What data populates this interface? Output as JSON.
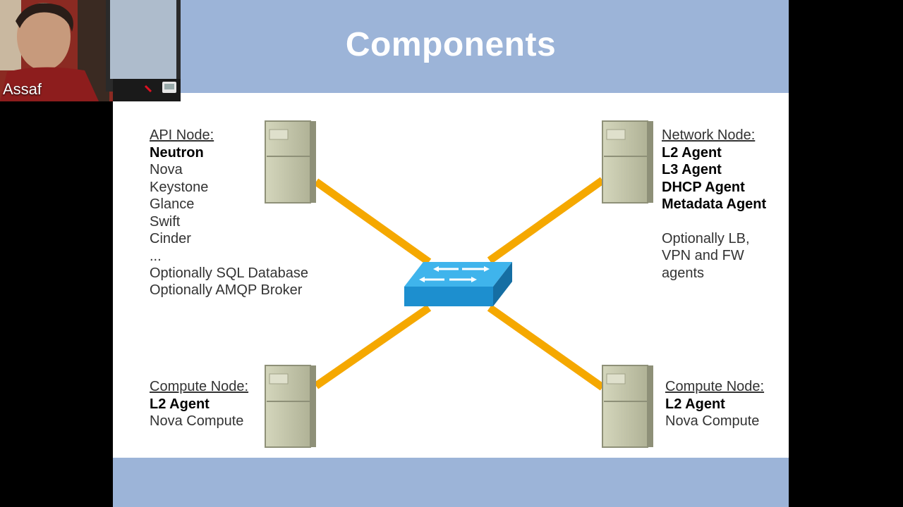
{
  "slide": {
    "title": "Components",
    "colors": {
      "banner": "#9cb4d8",
      "link": "#f5a800",
      "switch": "#1e90d0",
      "server": "#c2c4a8"
    },
    "nodes": {
      "api": {
        "heading": "API Node:",
        "bold_items": [
          "Neutron"
        ],
        "items": [
          "Nova",
          "Keystone",
          "Glance",
          "Swift",
          "Cinder",
          "...",
          "Optionally SQL Database",
          "Optionally AMQP Broker"
        ]
      },
      "network": {
        "heading": "Network Node:",
        "bold_items": [
          "L2 Agent",
          "L3 Agent",
          "DHCP Agent",
          "Metadata Agent"
        ],
        "notes": [
          "Optionally LB,",
          "VPN and FW",
          "agents"
        ]
      },
      "compute_left": {
        "heading": "Compute Node:",
        "bold_items": [
          "L2 Agent"
        ],
        "items": [
          "Nova Compute"
        ]
      },
      "compute_right": {
        "heading": "Compute Node:",
        "bold_items": [
          "L2 Agent"
        ],
        "items": [
          "Nova Compute"
        ]
      }
    }
  },
  "webcam": {
    "participant_name": "Assaf"
  }
}
